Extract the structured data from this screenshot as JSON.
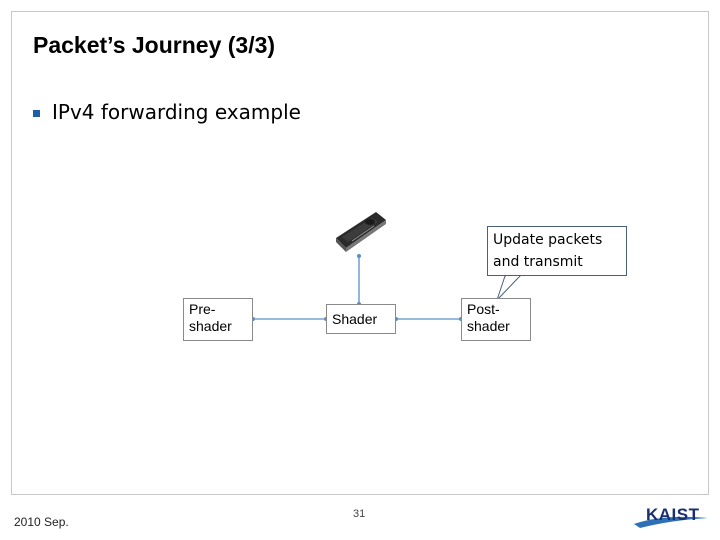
{
  "slide": {
    "title": "Packet’s Journey (3/3)",
    "bullet": "IPv4 forwarding example",
    "footer_date": "2010 Sep.",
    "page_number": "31"
  },
  "diagram": {
    "pre_shader": "Pre-\nshader",
    "shader": "Shader",
    "post_shader": "Post-\nshader",
    "callout": "Update packets and transmit"
  },
  "logo": {
    "text": "KAIST",
    "color": "#1a2f6e"
  },
  "colors": {
    "bullet": "#1f5fa8",
    "connector": "#5a8fc2",
    "callout_border": "#4a5f7a"
  },
  "icons": [
    "gpu-card-icon",
    "kaist-logo"
  ]
}
